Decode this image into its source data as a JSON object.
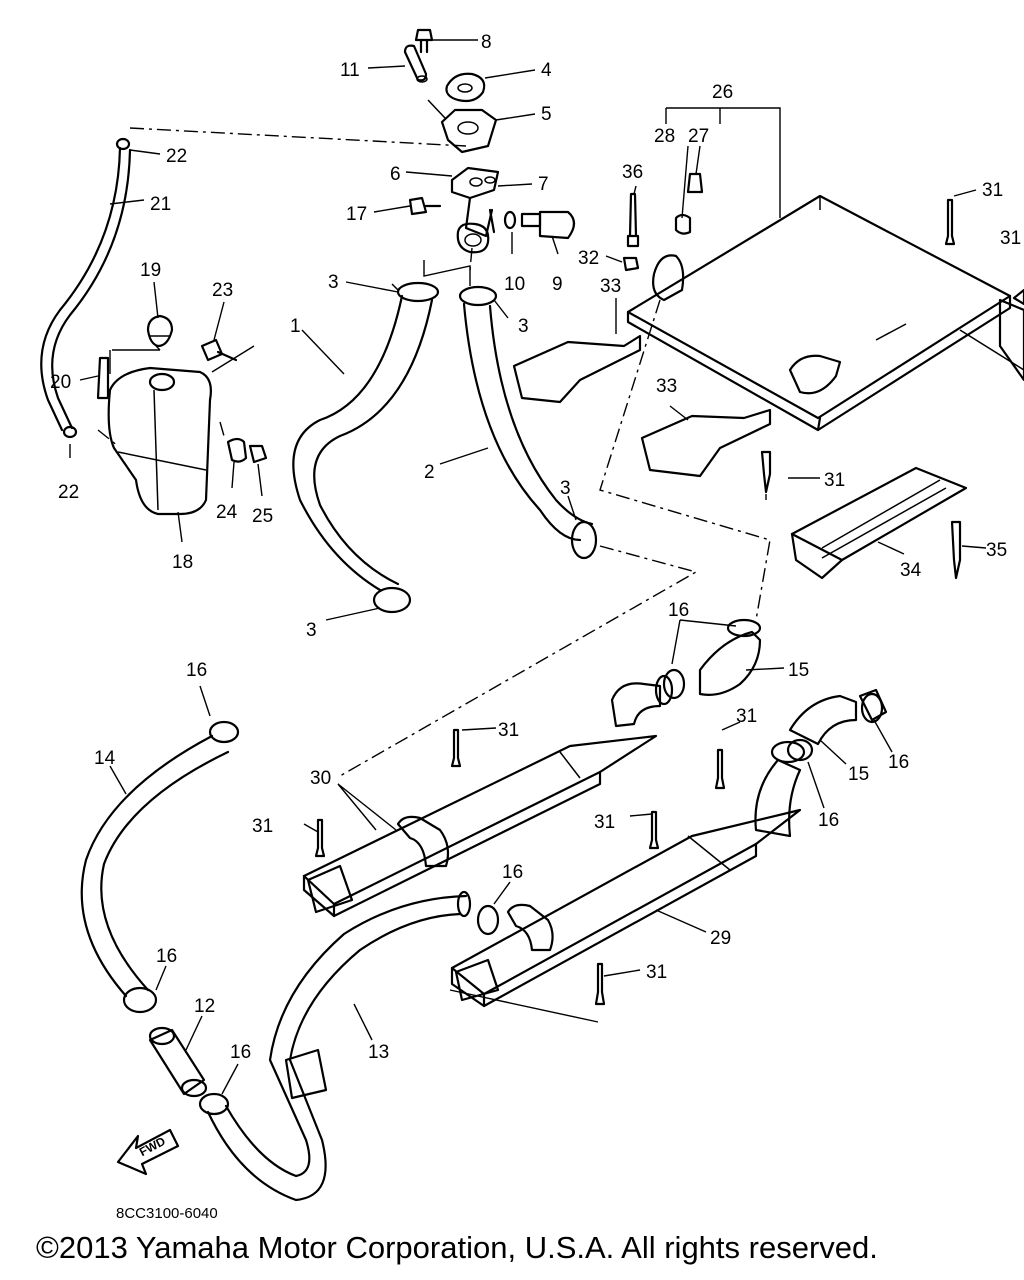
{
  "callouts": [
    {
      "id": "c8",
      "text": "8"
    },
    {
      "id": "c11",
      "text": "11"
    },
    {
      "id": "c4",
      "text": "4"
    },
    {
      "id": "c5",
      "text": "5"
    },
    {
      "id": "c26",
      "text": "26"
    },
    {
      "id": "c22a",
      "text": "22"
    },
    {
      "id": "c6",
      "text": "6"
    },
    {
      "id": "c7",
      "text": "7"
    },
    {
      "id": "c28",
      "text": "28"
    },
    {
      "id": "c27",
      "text": "27"
    },
    {
      "id": "c36",
      "text": "36"
    },
    {
      "id": "c31a",
      "text": "31"
    },
    {
      "id": "c21",
      "text": "21"
    },
    {
      "id": "c17",
      "text": "17"
    },
    {
      "id": "c31b",
      "text": "31"
    },
    {
      "id": "c32",
      "text": "32"
    },
    {
      "id": "c19",
      "text": "19"
    },
    {
      "id": "c23",
      "text": "23"
    },
    {
      "id": "c3a",
      "text": "3"
    },
    {
      "id": "c10",
      "text": "10"
    },
    {
      "id": "c9",
      "text": "9"
    },
    {
      "id": "c33a",
      "text": "33"
    },
    {
      "id": "c3b",
      "text": "3"
    },
    {
      "id": "c1",
      "text": "1"
    },
    {
      "id": "c20",
      "text": "20"
    },
    {
      "id": "c22b",
      "text": "22"
    },
    {
      "id": "c24",
      "text": "24"
    },
    {
      "id": "c25",
      "text": "25"
    },
    {
      "id": "c18",
      "text": "18"
    },
    {
      "id": "c2",
      "text": "2"
    },
    {
      "id": "c33b",
      "text": "33"
    },
    {
      "id": "c3c",
      "text": "3"
    },
    {
      "id": "c31c",
      "text": "31"
    },
    {
      "id": "c34",
      "text": "34"
    },
    {
      "id": "c35",
      "text": "35"
    },
    {
      "id": "c3d",
      "text": "3"
    },
    {
      "id": "c16a",
      "text": "16"
    },
    {
      "id": "c15a",
      "text": "15"
    },
    {
      "id": "c16b",
      "text": "16"
    },
    {
      "id": "c31d",
      "text": "31"
    },
    {
      "id": "c31e",
      "text": "31"
    },
    {
      "id": "c14",
      "text": "14"
    },
    {
      "id": "c30",
      "text": "30"
    },
    {
      "id": "c15b",
      "text": "15"
    },
    {
      "id": "c16c",
      "text": "16"
    },
    {
      "id": "c31f",
      "text": "31"
    },
    {
      "id": "c31g",
      "text": "31"
    },
    {
      "id": "c16d",
      "text": "16"
    },
    {
      "id": "c16e",
      "text": "16"
    },
    {
      "id": "c29",
      "text": "29"
    },
    {
      "id": "c16f",
      "text": "16"
    },
    {
      "id": "c31h",
      "text": "31"
    },
    {
      "id": "c12",
      "text": "12"
    },
    {
      "id": "c16g",
      "text": "16"
    },
    {
      "id": "c13",
      "text": "13"
    }
  ],
  "fwd_label": "FWD",
  "diagram_code": "8CC3100-6040",
  "copyright": "©2013 Yamaha Motor Corporation, U.S.A. All rights reserved."
}
